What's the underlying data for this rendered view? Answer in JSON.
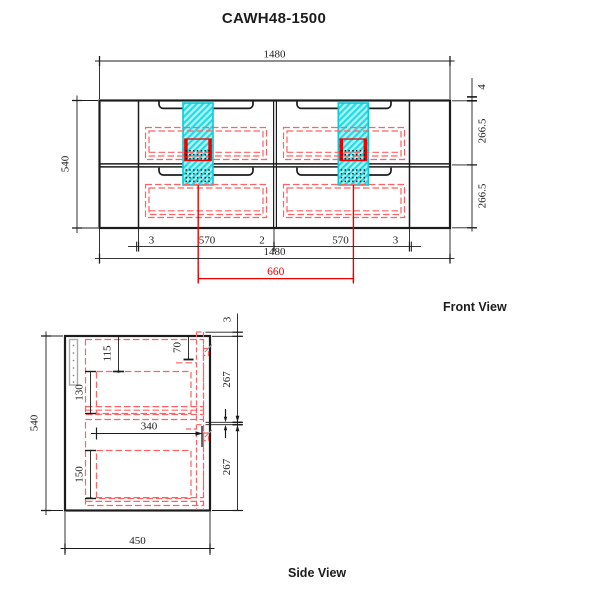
{
  "title": "CAWH48-1500",
  "front": {
    "label": "Front View",
    "dims": {
      "width_top": "1480",
      "height": "540",
      "top_gap": "4",
      "drawer_h_upper": "266.5",
      "drawer_h_lower": "266.5",
      "gap_left": "3",
      "drawer_w_left": "570",
      "gap_mid": "2",
      "drawer_w_right": "570",
      "gap_right": "3",
      "width_bottom": "1480",
      "cutout_spacing": "660"
    }
  },
  "side": {
    "label": "Side View",
    "dims": {
      "height": "540",
      "depth": "450",
      "front_top_offset": "3",
      "front_h_upper": "267",
      "front_h_lower": "267",
      "rail_drop": "115",
      "top_inset": "70",
      "box_h_upper": "130",
      "box_depth": "340",
      "box_h_lower": "150"
    }
  },
  "colors": {
    "line": "#1c1c1c",
    "accent_red": "#ee0000",
    "dashed_red": "#ff6262",
    "cutout_cyan": "#25d9e3",
    "leader_gray": "#9a9a9a"
  }
}
